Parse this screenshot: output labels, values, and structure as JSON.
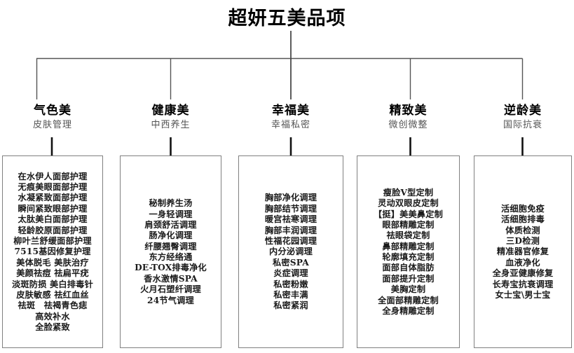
{
  "title": "超妍五美品项",
  "colors": {
    "box_border": "#808080",
    "connector": "#333333",
    "title_text": "#000000",
    "subtitle_text": "#555555",
    "item_text": "#1a1a1a"
  },
  "columns": [
    {
      "title": "气色美",
      "subtitle": "皮肤管理",
      "items": [
        "在水伊人面部护理",
        "无痕美眼面部护理",
        "水凝紧致面部护理",
        "瞬间紧致眼部护理",
        "太肽美白面部护理",
        "轻龄胶原面部护理",
        "柳叶兰舒缓面部护理",
        "7515基因修复护理",
        "美体脱毛 美肤治疗",
        "美颜祛痘 祛扁平疣",
        "淡斑防损 美白排毒针",
        "皮肤敏感 祛红血丝",
        "祛斑　祛褐青色痣",
        "高效补水",
        "全脸紧致"
      ]
    },
    {
      "title": "健康美",
      "subtitle": "中西养生",
      "items": [
        "秘制养生汤",
        "一身轻调理",
        "肩颈舒活调理",
        "肠净化调理",
        "纤腰翘臀调理",
        "东方经络通",
        "DE-TOX排毒净化",
        "香水激情SPA",
        "火月石塑纤调理",
        "24节气调理"
      ]
    },
    {
      "title": "幸福美",
      "subtitle": "幸福私密",
      "items": [
        "胸部净化调理",
        "胸部结节调理",
        "暖宫祛寒调理",
        "胸部丰润调理",
        "性福花园调理",
        "内分泌调理",
        "私密SPA",
        "炎症调理",
        "私密粉嫩",
        "私密丰满",
        "私密紧润"
      ]
    },
    {
      "title": "精致美",
      "subtitle": "微创微整",
      "items": [
        "瘦脸V型定制",
        "灵动双眼皮定制",
        "【挺】美美鼻定制",
        "眼部精雕定制",
        "祛眼袋定制",
        "鼻部精雕定制",
        "轮廓填充定制",
        "面部自体脂肪",
        "面部提升定制",
        "美胸定制",
        "全面部精雕定制",
        "全身精雕定制"
      ]
    },
    {
      "title": "逆龄美",
      "subtitle": "国际抗衰",
      "items": [
        "活细胞免疫",
        "活细胞排毒",
        "体质检测",
        "三D检测",
        "精准器官修复",
        "血液净化",
        "全身亚健康修复",
        "长寿宝抗衰调理",
        "女士宝\\男士宝"
      ]
    }
  ]
}
